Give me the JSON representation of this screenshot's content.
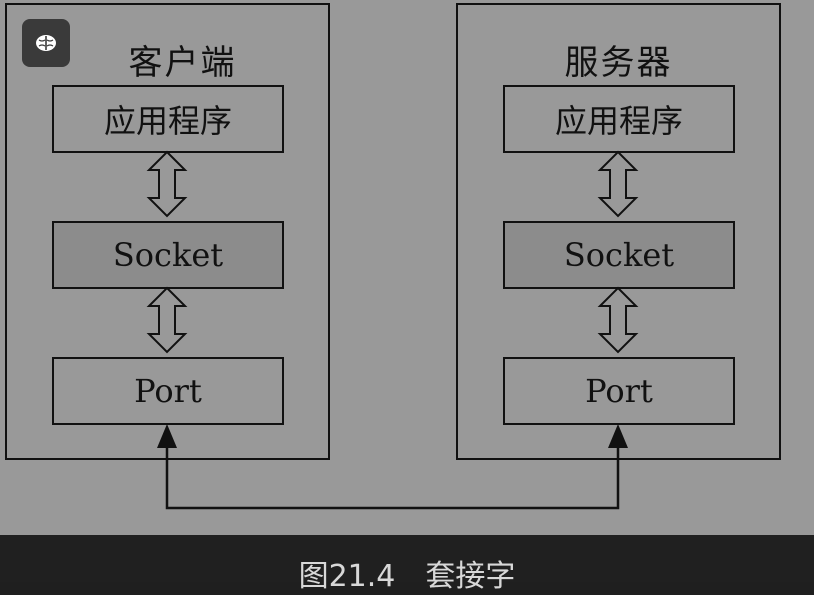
{
  "client": {
    "title": "客户端",
    "layers": {
      "app": "应用程序",
      "socket": "Socket",
      "port": "Port"
    }
  },
  "server": {
    "title": "服务器",
    "layers": {
      "app": "应用程序",
      "socket": "Socket",
      "port": "Port"
    }
  },
  "caption": "图21.4　套接字",
  "badge": {
    "icon": "brain-icon"
  },
  "colors": {
    "diagram_bg": "#999999",
    "socket_fill": "#8c8c8c",
    "caption_bg": "#202020",
    "line": "#111111"
  }
}
